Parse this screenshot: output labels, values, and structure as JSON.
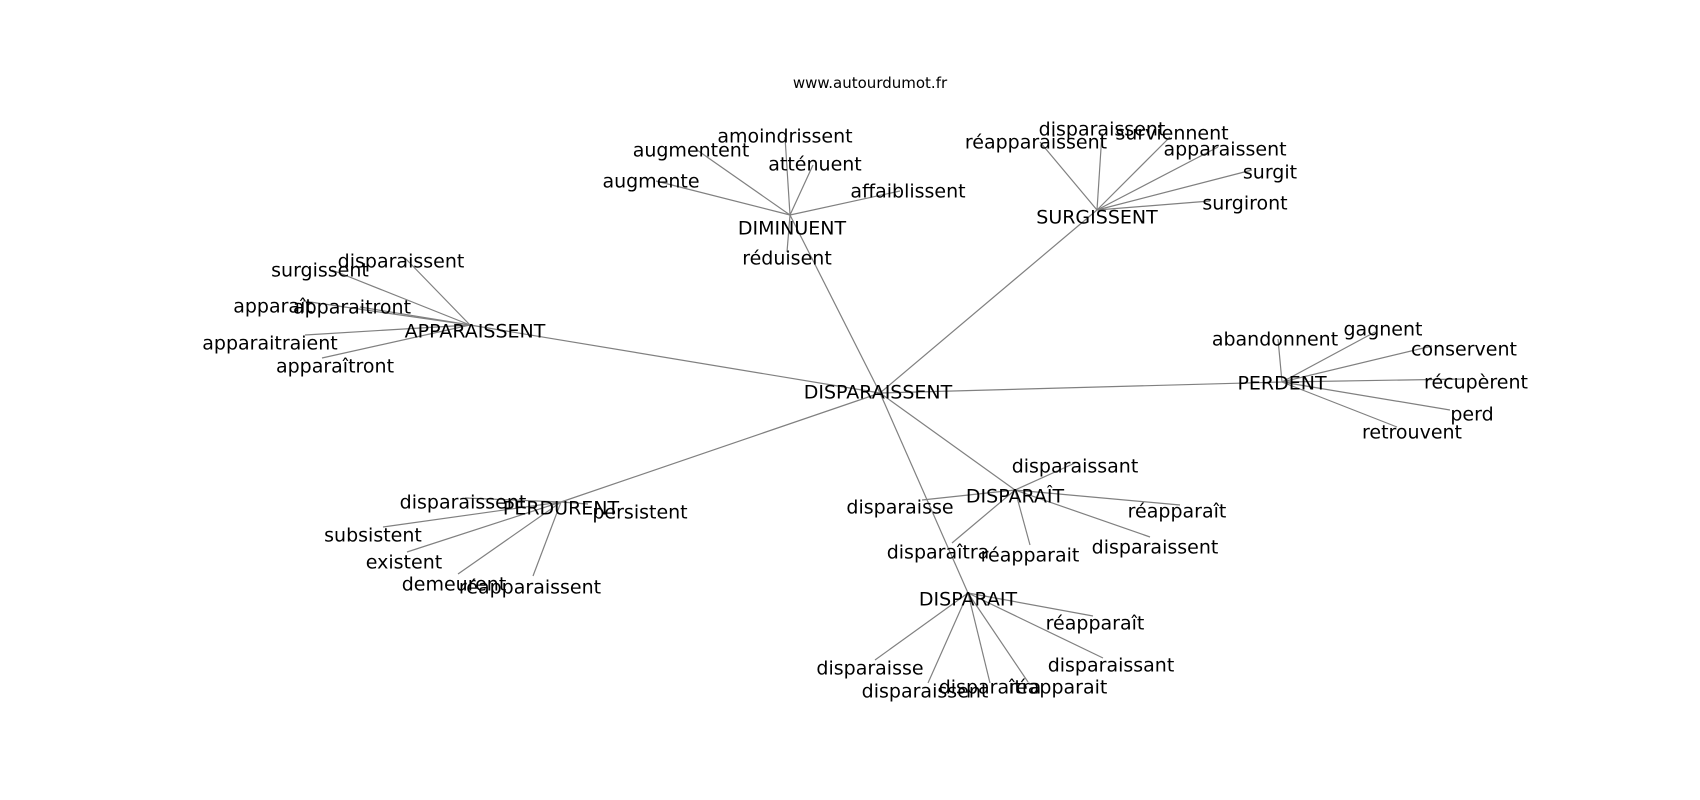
{
  "site": "www.autourdumot.fr",
  "graph": {
    "root": "DISPARAISSENT",
    "hubs": [
      {
        "label": "SURGISSENT",
        "leaves": [
          "disparaissent",
          "surviennent",
          "réapparaissent",
          "apparaissent",
          "surgit",
          "surgiront"
        ]
      },
      {
        "label": "DIMINUENT",
        "leaves": [
          "amoindrissent",
          "augmentent",
          "atténuent",
          "augmente",
          "affaiblissent",
          "réduisent"
        ]
      },
      {
        "label": "APPARAISSENT",
        "leaves": [
          "disparaissent",
          "surgissent",
          "apparaît",
          "apparaitront",
          "apparaitraient",
          "apparaîtront"
        ]
      },
      {
        "label": "PERDENT",
        "leaves": [
          "abandonnent",
          "gagnent",
          "conservent",
          "récupèrent",
          "perd",
          "retrouvent"
        ]
      },
      {
        "label": "PERDURENT",
        "leaves": [
          "disparaissent",
          "persistent",
          "subsistent",
          "existent",
          "demeurent",
          "réapparaissent"
        ]
      },
      {
        "label": "DISPARAÎT",
        "leaves": [
          "disparaissant",
          "disparaisse",
          "réapparaît",
          "disparaissent",
          "disparaîtra",
          "réapparait"
        ]
      },
      {
        "label": "DISPARAIT",
        "leaves": [
          "réapparaît",
          "disparaisse",
          "disparaissant",
          "disparaissent",
          "disparaîtra",
          "réapparait"
        ]
      }
    ]
  }
}
